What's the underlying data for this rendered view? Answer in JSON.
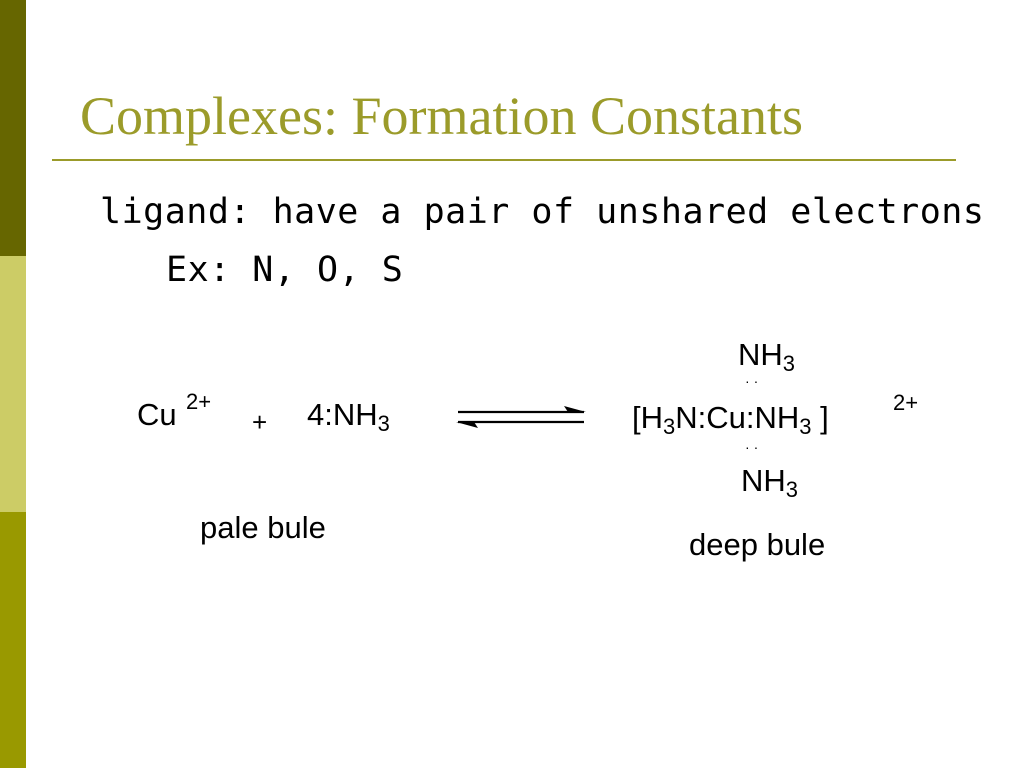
{
  "theme": {
    "accent": "#9b9b2a",
    "bar_colors": [
      "#666600",
      "#cccc66",
      "#999900"
    ]
  },
  "slide": {
    "title": "Complexes: Formation Constants",
    "bullet": "ligand: have a pair of unshared electrons",
    "sub_bullet": "Ex: N, O, S"
  },
  "reaction": {
    "reactant_cu": "Cu",
    "reactant_cu_charge": "2+",
    "plus": "+",
    "reactant_ligand_prefix": "4:NH",
    "reactant_ligand_sub": "3",
    "product_open": "[H",
    "product_h_sub": "3",
    "product_core": "N:Cu:NH",
    "product_nh_sub": "3",
    "product_close": " ]",
    "product_charge": "2+",
    "top_ligand": "NH",
    "top_ligand_sub": "3",
    "bottom_ligand": "NH",
    "bottom_ligand_sub": "3",
    "electron_pair_dots": "··",
    "reactant_color_label": "pale bule",
    "product_color_label": "deep bule"
  }
}
